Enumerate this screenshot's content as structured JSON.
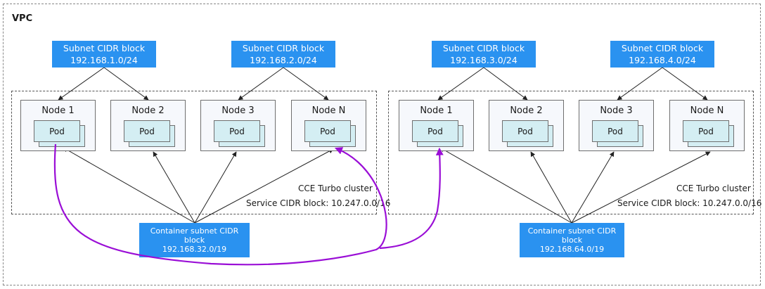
{
  "vpc": {
    "label": "VPC"
  },
  "clusters": [
    {
      "subnets": [
        {
          "line1": "Subnet CIDR block",
          "line2": "192.168.1.0/24"
        },
        {
          "line1": "Subnet CIDR block",
          "line2": "192.168.2.0/24"
        }
      ],
      "nodes": [
        {
          "label": "Node 1",
          "pod": "Pod"
        },
        {
          "label": "Node 2",
          "pod": "Pod"
        },
        {
          "label": "Node 3",
          "pod": "Pod"
        },
        {
          "label": "Node N",
          "pod": "Pod"
        }
      ],
      "cluster_name": "CCE Turbo cluster",
      "service_cidr": "Service CIDR block: 10.247.0.0/16",
      "container_subnet": {
        "line1": "Container subnet CIDR",
        "line2": "block",
        "line3": "192.168.32.0/19"
      }
    },
    {
      "subnets": [
        {
          "line1": "Subnet CIDR block",
          "line2": "192.168.3.0/24"
        },
        {
          "line1": "Subnet CIDR block",
          "line2": "192.168.4.0/24"
        }
      ],
      "nodes": [
        {
          "label": "Node 1",
          "pod": "Pod"
        },
        {
          "label": "Node 2",
          "pod": "Pod"
        },
        {
          "label": "Node 3",
          "pod": "Pod"
        },
        {
          "label": "Node N",
          "pod": "Pod"
        }
      ],
      "cluster_name": "CCE Turbo cluster",
      "service_cidr": "Service CIDR block: 10.247.0.0/16",
      "container_subnet": {
        "line1": "Container subnet CIDR",
        "line2": "block",
        "line3": "192.168.64.0/19"
      }
    }
  ],
  "colors": {
    "subnet_fill": "#2a92f0",
    "pod_fill": "#d4eef3",
    "node_fill": "#f6f8fc",
    "route_line": "#9a0ed6"
  }
}
